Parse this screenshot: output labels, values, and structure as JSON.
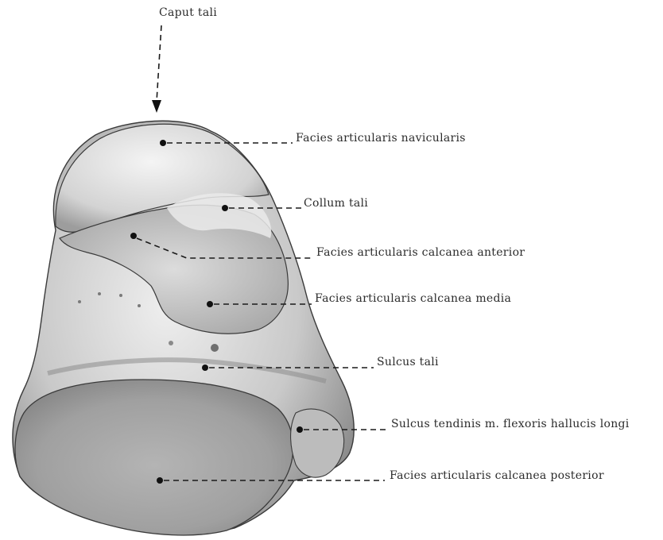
{
  "figure": {
    "top_label": "Caput tali",
    "labels": [
      {
        "id": "facies-articularis-navicularis",
        "text": "Facies articularis navicularis"
      },
      {
        "id": "collum-tali",
        "text": "Collum tali"
      },
      {
        "id": "facies-articularis-calcanea-anterior",
        "text": "Facies articularis calcanea anterior"
      },
      {
        "id": "facies-articularis-calcanea-media",
        "text": "Facies articularis calcanea media"
      },
      {
        "id": "sulcus-tali",
        "text": "Sulcus tali"
      },
      {
        "id": "sulcus-tendinis",
        "text": "Sulcus tendinis m. flexoris hallucis longi"
      },
      {
        "id": "facies-articularis-calcanea-posterior",
        "text": "Facies articularis calcanea posterior"
      }
    ]
  },
  "colors": {
    "bone_light": "#ececec",
    "bone_mid": "#bdbdbd",
    "bone_dark": "#7a7a7a",
    "outline": "#3a3a3a",
    "text": "#2b2b2b"
  }
}
